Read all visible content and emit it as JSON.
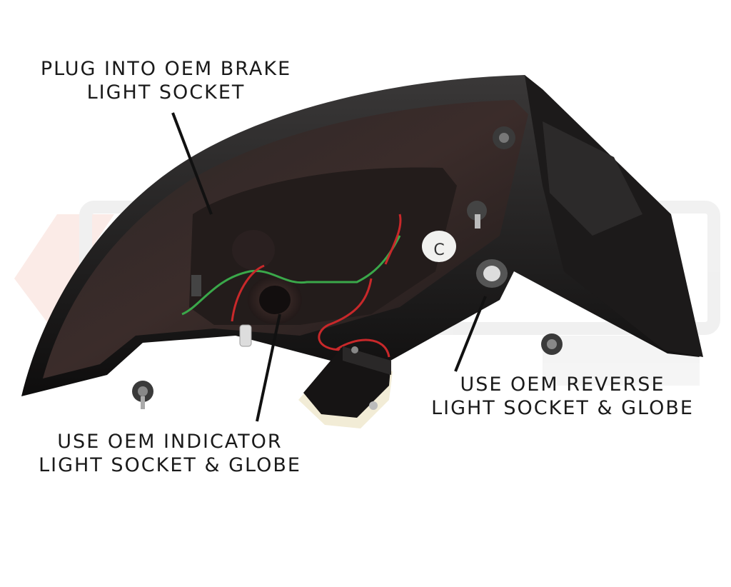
{
  "callouts": {
    "brake": {
      "line1": "PLUG INTO OEM BRAKE",
      "line2": "LIGHT SOCKET"
    },
    "indicator": {
      "line1": "USE OEM INDICATOR",
      "line2": "LIGHT SOCKET & GLOBE"
    },
    "reverse": {
      "line1": "USE OEM REVERSE",
      "line2": "LIGHT SOCKET & GLOBE"
    }
  },
  "housing_label": "C",
  "colors": {
    "background": "#ffffff",
    "housing": "#141212",
    "lens_smoke": "#3a2a28",
    "wire_red": "#c8282a",
    "wire_green": "#3aa84a"
  }
}
